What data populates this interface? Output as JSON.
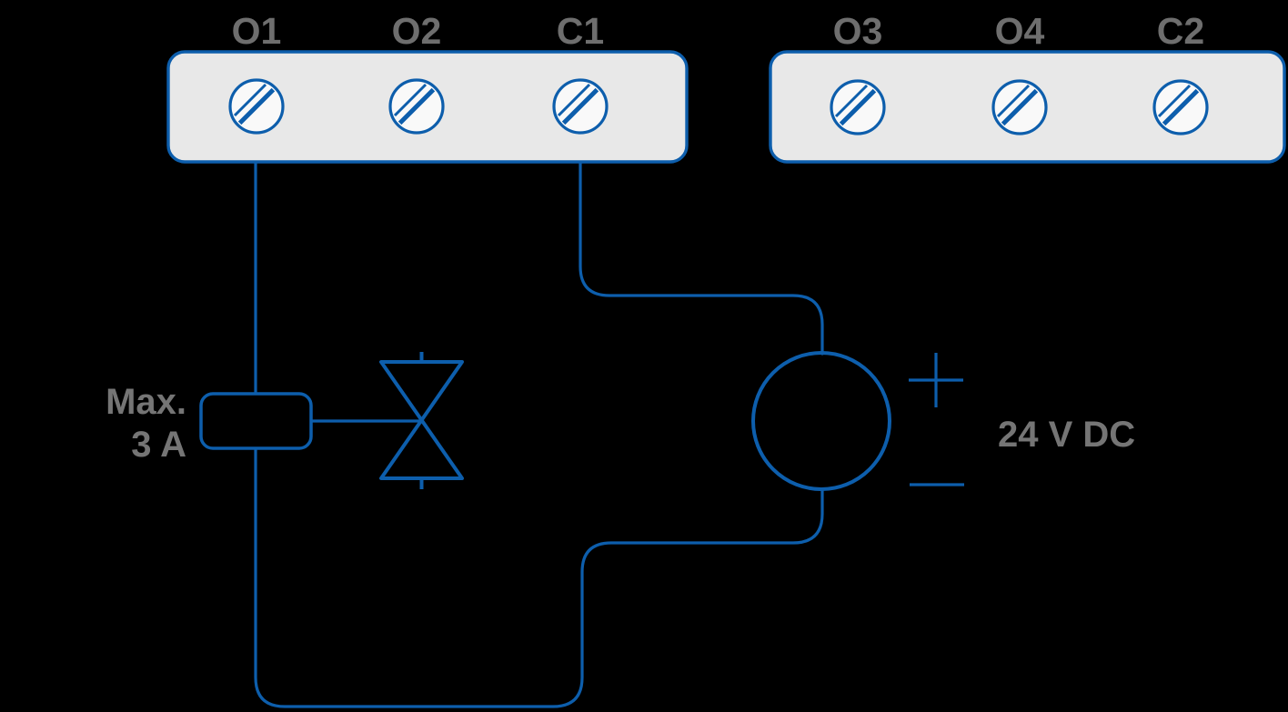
{
  "colors": {
    "bg": "#000000",
    "blue": "#0d5eac",
    "blockfill": "#e8e8e8",
    "screwfill": "#f9f9f9",
    "labelgray": "#6e6e6e",
    "annotationgray": "#757575"
  },
  "labels": {
    "block1": [
      "O1",
      "O2",
      "C1"
    ],
    "block2": [
      "O3",
      "O4",
      "C2"
    ],
    "max_line1": "Max.",
    "max_line2": "3 A",
    "supply": "24 V DC"
  },
  "icons": {
    "screw": "screw-terminal-icon",
    "valve": "valve-icon",
    "source": "dc-source-icon",
    "positive": "plus-icon",
    "negative": "minus-icon"
  }
}
